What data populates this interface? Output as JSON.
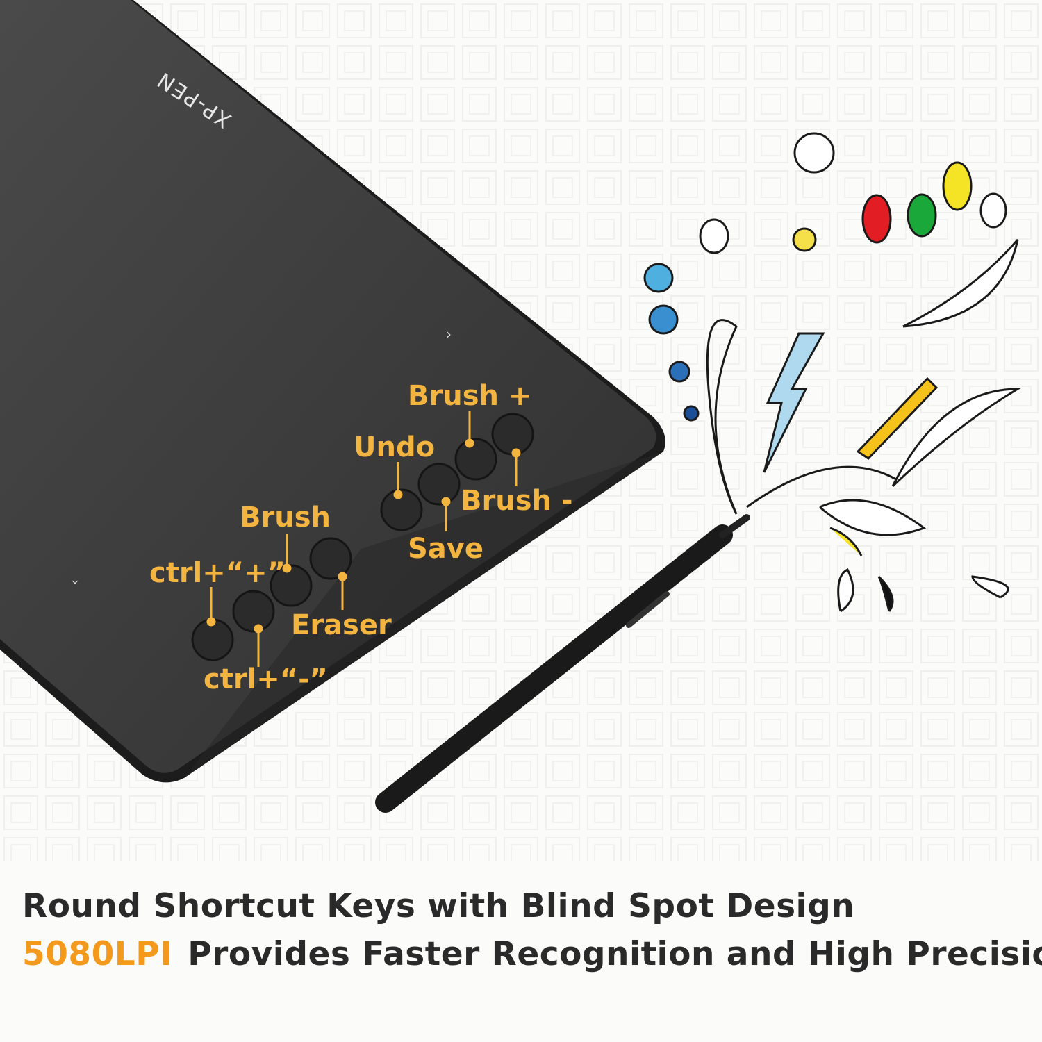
{
  "brand": {
    "logo_text": "XP-PEN"
  },
  "shortcut_labels": {
    "brush_plus": "Brush +",
    "undo": "Undo",
    "brush_minus": "Brush -",
    "save": "Save",
    "brush": "Brush",
    "ctrl_plus": "ctrl+“+”",
    "eraser": "Eraser",
    "ctrl_minus": "ctrl+“-”"
  },
  "caption": {
    "headline": "Round Shortcut Keys with Blind Spot Design",
    "highlight": "5080LPI",
    "subline": "Provides Faster Recognition and High Precision"
  },
  "colors": {
    "label": "#f3b53f",
    "accent": "#f39a1c",
    "tablet": "#3b3b3b",
    "text": "#2a2a2a"
  }
}
